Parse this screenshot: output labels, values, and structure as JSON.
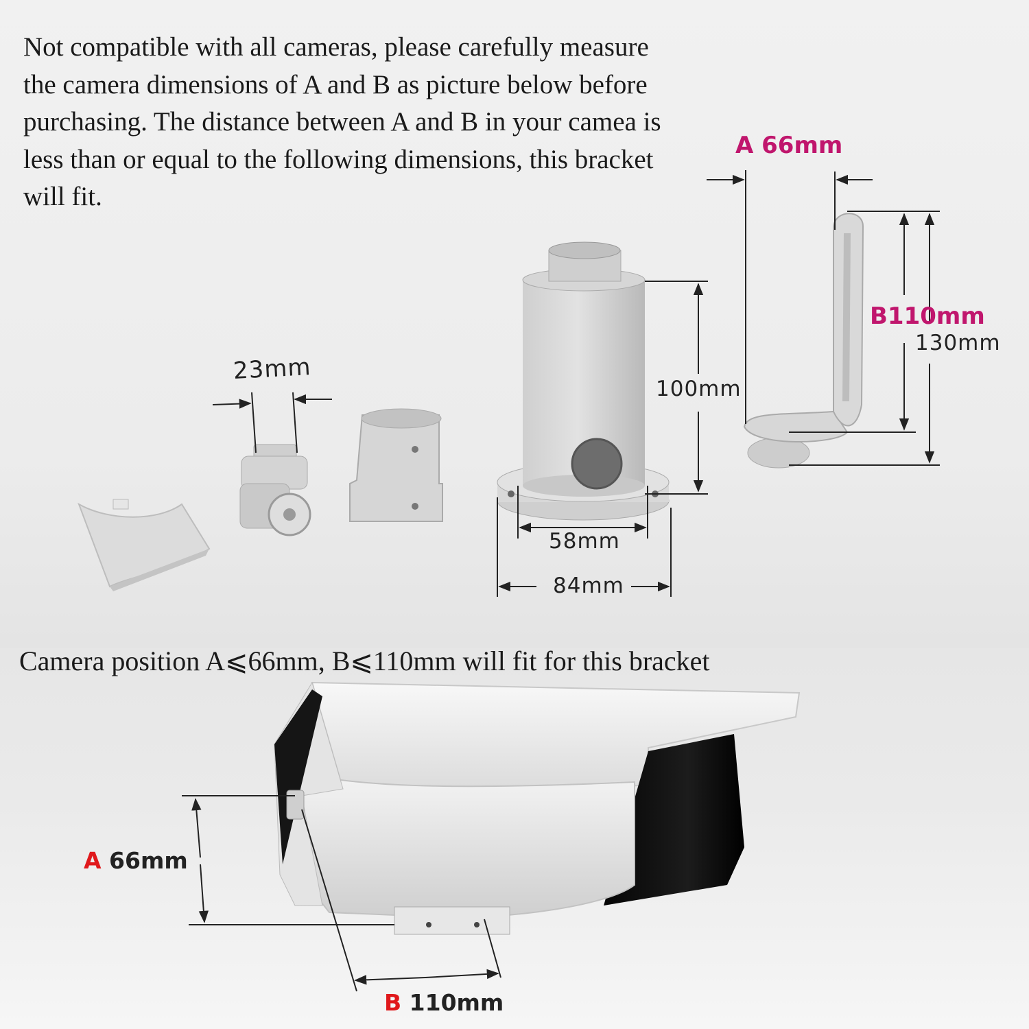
{
  "intro_text": "Not compatible with all cameras, please carefully measure the camera dimensions of A and B as picture below before purchasing. The distance between A and B in your camea is less than or equal to the following dimensions, this bracket will fit.",
  "caption_text": "Camera position A⩽66mm, B⩽110mm will fit for this bracket",
  "bracket_dimensions": {
    "joint": "23mm",
    "base_height": "100mm",
    "base_inner": "58mm",
    "base_outer": "84mm",
    "arm_a": "A 66mm",
    "arm_b": "B110mm",
    "arm_total": "130mm"
  },
  "camera_dimensions": {
    "a_letter": "A",
    "a_value": "66mm",
    "b_letter": "B",
    "b_value": "110mm"
  },
  "colors": {
    "highlight": "#c0166d",
    "red": "#e0191c",
    "part": "#d8d8d8",
    "camera_black": "#111111"
  }
}
